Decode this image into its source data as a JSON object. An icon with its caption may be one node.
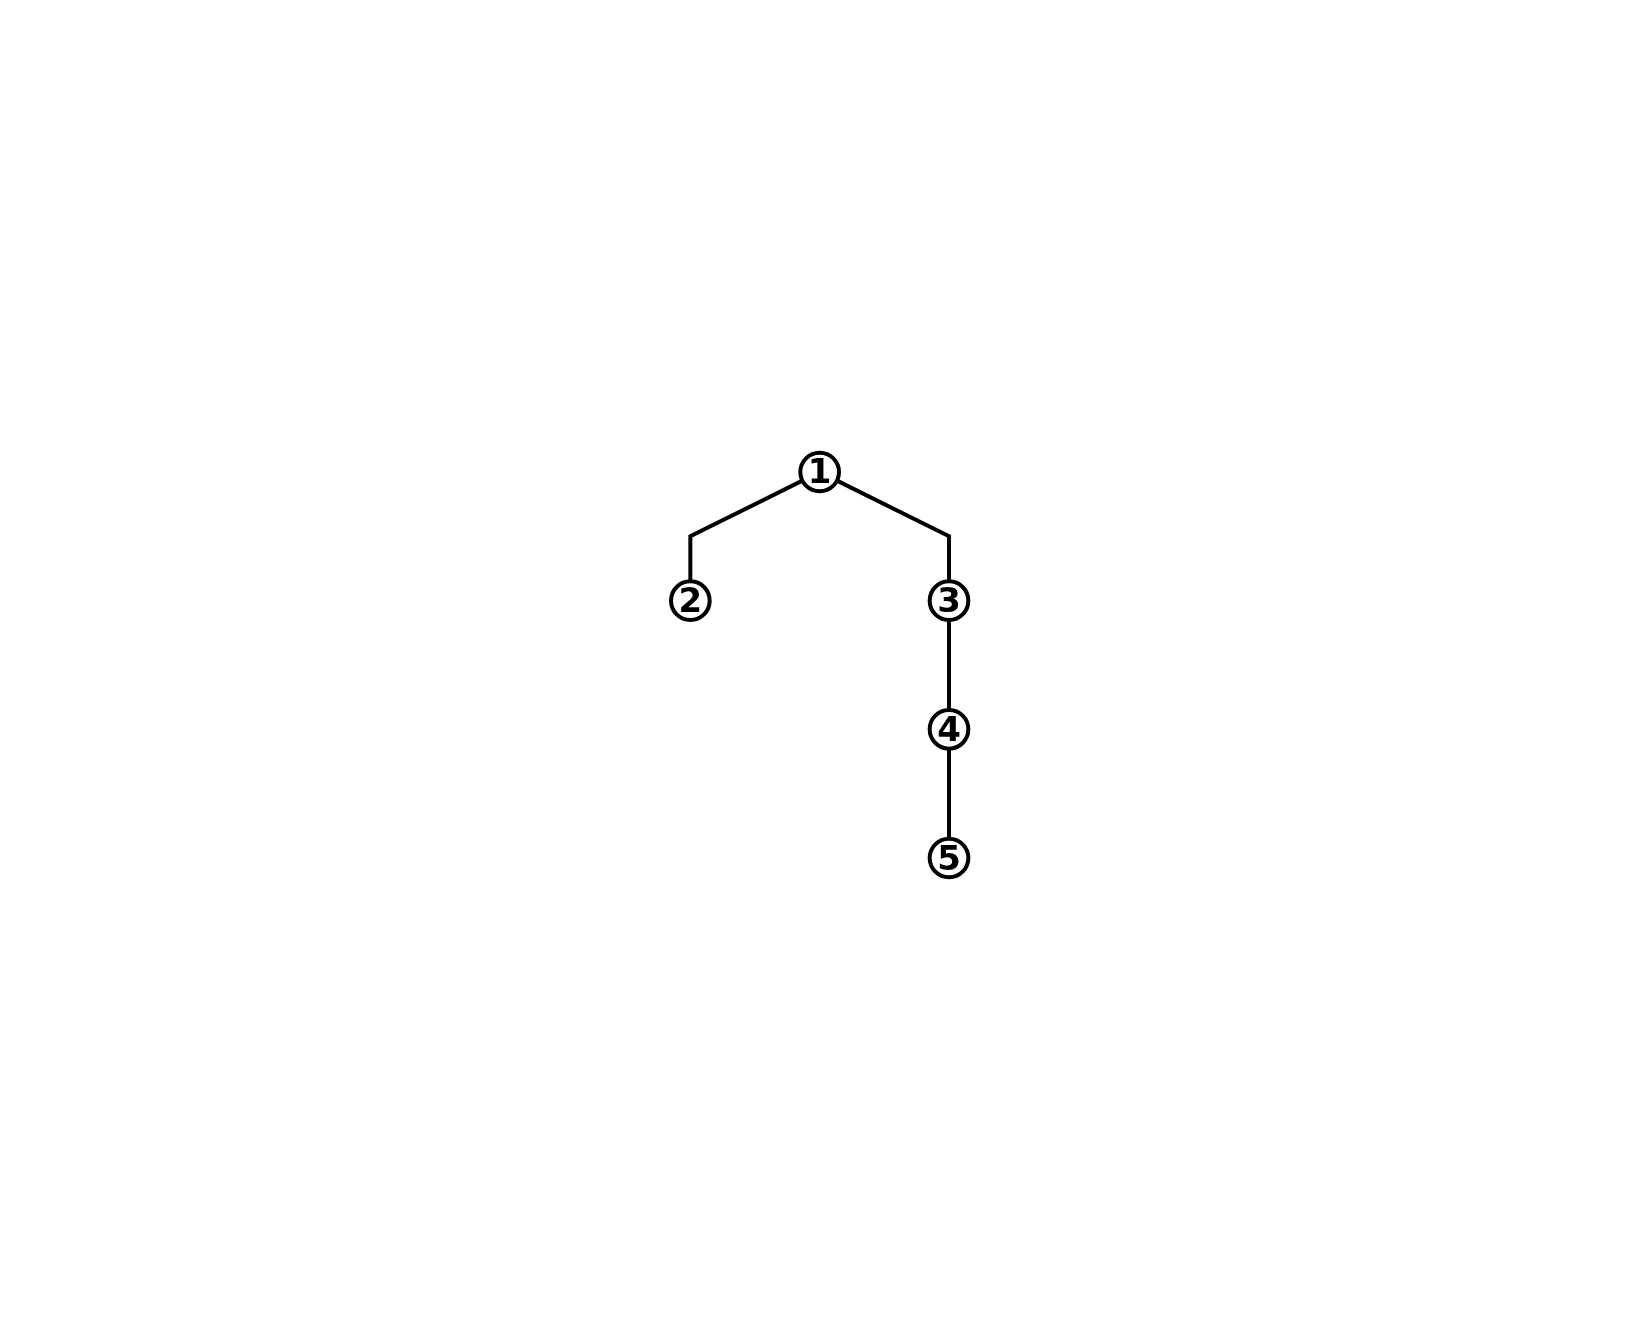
{
  "diagram": {
    "nodes": [
      {
        "text": [
          "1"
        ]
      },
      {
        "text": [
          "2"
        ]
      },
      {
        "text": [
          "3"
        ]
      },
      {
        "text": [
          "4"
        ]
      },
      {
        "text": [
          "5"
        ]
      }
    ],
    "edges": [
      {
        "from": 0,
        "to": 1,
        "arrow": "none"
      },
      {
        "from": 0,
        "to": 2,
        "arrow": "none"
      },
      {
        "from": 2,
        "to": 3,
        "arrow": "none"
      },
      {
        "from": 3,
        "to": 4,
        "arrow": "none"
      }
    ]
  }
}
